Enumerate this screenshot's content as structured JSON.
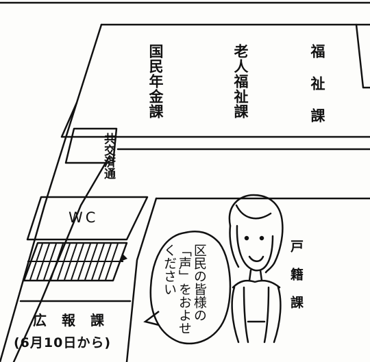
{
  "rooms": {
    "kokumin_nenkin": "国民年金課",
    "rojin_fukushi": "老人福祉課",
    "fukushi": "福祉課",
    "kotsu_kyosai": "共交済通",
    "wc": "WC",
    "koseki": "戸籍課",
    "koho": "広報課",
    "koho_note": "(6月10日から)"
  },
  "speech_bubble": {
    "line1": "区民の皆様の",
    "line2": "「声」をおよせ",
    "line3": "ください"
  }
}
